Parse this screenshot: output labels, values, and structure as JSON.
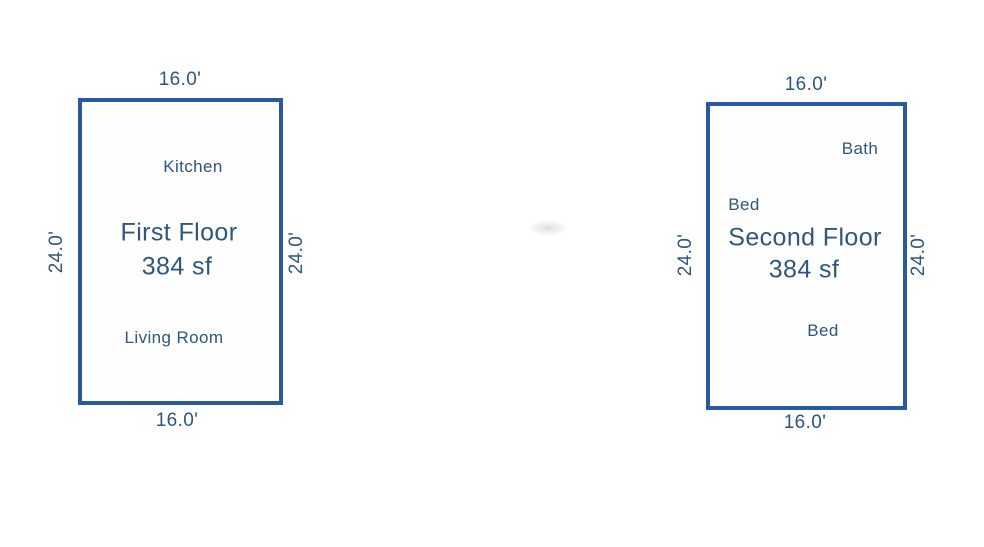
{
  "colors": {
    "border": "#2a59a3",
    "ink": "#2e567e",
    "background": "#ffffff"
  },
  "floors": [
    {
      "title": "First Floor",
      "area": "384 sf",
      "width_label_top": "16.0'",
      "width_label_bottom": "16.0'",
      "height_label_left": "24.0'",
      "height_label_right": "24.0'",
      "rooms": [
        {
          "label": "Kitchen"
        },
        {
          "label": "Living Room"
        }
      ]
    },
    {
      "title": "Second Floor",
      "area": "384 sf",
      "width_label_top": "16.0'",
      "width_label_bottom": "16.0'",
      "height_label_left": "24.0'",
      "height_label_right": "24.0'",
      "rooms": [
        {
          "label": "Bath"
        },
        {
          "label": "Bed"
        },
        {
          "label": "Bed"
        }
      ]
    }
  ]
}
